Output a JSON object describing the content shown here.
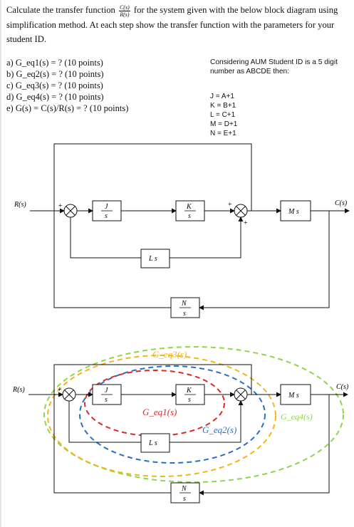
{
  "intro": {
    "p1": "Calculate the transfer function",
    "frac_num": "C(s)",
    "frac_den": "R(s)",
    "p2": "for the system given with the below block diagram using simplification method. At each step show the transfer function with the parameters for your student ID."
  },
  "questions": [
    {
      "letter": "a)",
      "text": "G_eq1(s) = ? (10 points)"
    },
    {
      "letter": "b)",
      "text": "G_eq2(s) = ? (10 points)"
    },
    {
      "letter": "c)",
      "text": "G_eq3(s) = ? (10 points)"
    },
    {
      "letter": "d)",
      "text": "G_eq4(s) = ? (10 points)"
    },
    {
      "letter": "e)",
      "text": "G(s) = C(s)/R(s) = ? (10 points)"
    }
  ],
  "note": "Considering AUM Student ID is a 5 digit number as ABCDE then:",
  "rules": [
    "J = A+1",
    "K = B+1",
    "L = C+1",
    "M = D+1",
    "N = E+1"
  ],
  "diagram1": {
    "input": "R(s)",
    "output": "C(s)",
    "block_j_num": "J",
    "block_j_den": "s",
    "block_k_num": "K",
    "block_k_den": "s",
    "block_l": "L s",
    "block_m": "M s",
    "block_n_num": "N",
    "block_n_den": "s",
    "plus": "+",
    "minus": "−"
  },
  "diagram2": {
    "input": "R(s)",
    "output": "C(s)",
    "label_eq1": "G_eq1(s)",
    "label_eq2": "G_eq2(s)",
    "label_eq3": "G_eq3(s)",
    "label_eq4": "G_eq4(s)",
    "color_eq1": "#e02828",
    "color_eq2": "#2a6fc4",
    "color_eq3": "#f5b51a",
    "color_eq4": "#8ed64a"
  }
}
